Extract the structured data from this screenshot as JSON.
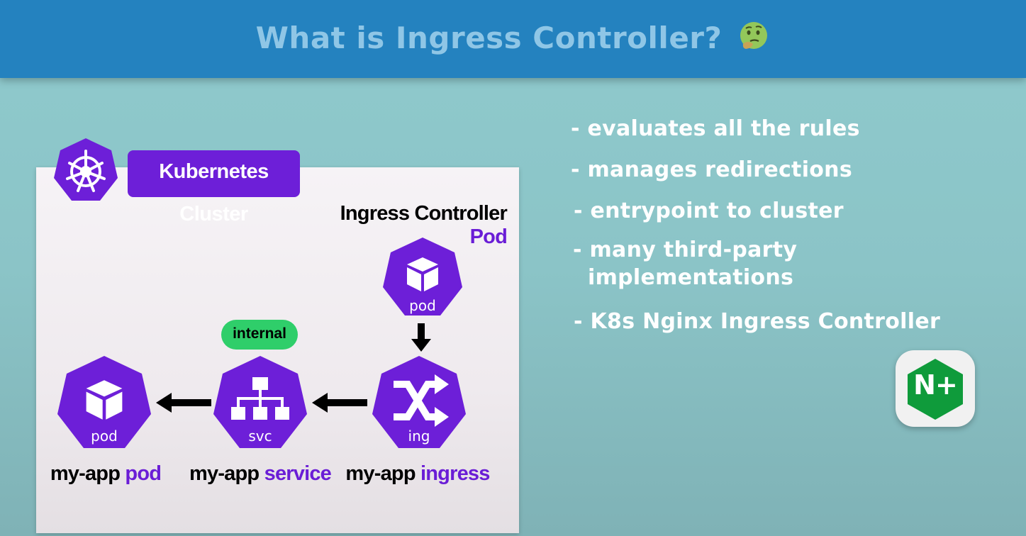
{
  "header": {
    "title": "What is Ingress Controller?"
  },
  "diagram": {
    "cluster_label": "Kubernetes Cluster",
    "ingress_controller_label": {
      "prefix": "Ingress Controller",
      "accent": "Pod"
    },
    "controller_pod_icon_label": "pod",
    "internal_badge": "internal",
    "nodes": [
      {
        "icon_label": "pod",
        "name_prefix": "my-app",
        "name_accent": "pod"
      },
      {
        "icon_label": "svc",
        "name_prefix": "my-app",
        "name_accent": "service"
      },
      {
        "icon_label": "ing",
        "name_prefix": "my-app",
        "name_accent": "ingress"
      }
    ]
  },
  "bullets": [
    "- evaluates all the rules",
    "- manages redirections",
    "- entrypoint to cluster",
    "- many third-party",
    "implementations",
    "- K8s Nginx Ingress Controller"
  ],
  "nginx_logo_text": "N+",
  "colors": {
    "header_bg": "#2482bf",
    "header_text": "#8fc6e6",
    "k8s_purple": "#6d1fd8",
    "accent_purple": "#6a1dd6",
    "internal_green": "#2fce6a",
    "nginx_green": "#0f9b3b",
    "page_bg": "#8fcacd"
  }
}
